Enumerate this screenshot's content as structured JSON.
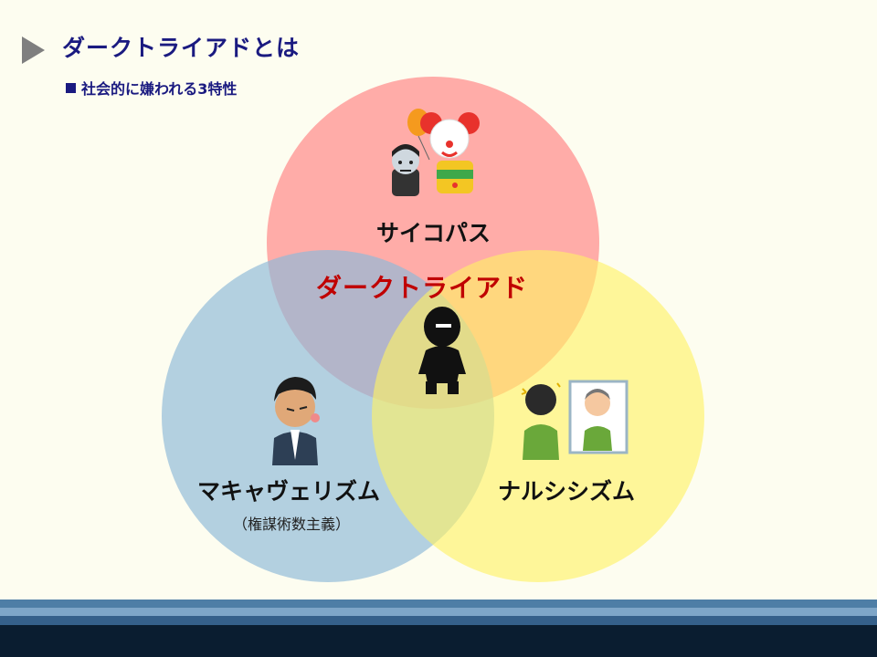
{
  "header": {
    "title": "ダークトライアドとは",
    "subtitle": "社会的に嫌われる3特性"
  },
  "diagram": {
    "center_label": "ダークトライアド",
    "traits": {
      "psychopathy": {
        "label": "サイコパス",
        "color": "#ff9a9a"
      },
      "machiavellianism": {
        "label": "マキャヴェリズム",
        "note": "（権謀術数主義）",
        "color": "#9ec3dd"
      },
      "narcissism": {
        "label": "ナルシシズム",
        "color": "#fff68a"
      }
    },
    "center_color": "#c00000"
  },
  "icons": [
    "scared-man-icon",
    "clown-icon",
    "shadow-villain-icon",
    "scheming-businessman-icon",
    "man-at-mirror-icon"
  ],
  "footer_colors": [
    "#4e7ea6",
    "#7ea6c8",
    "#35608a",
    "#0a1d30"
  ]
}
